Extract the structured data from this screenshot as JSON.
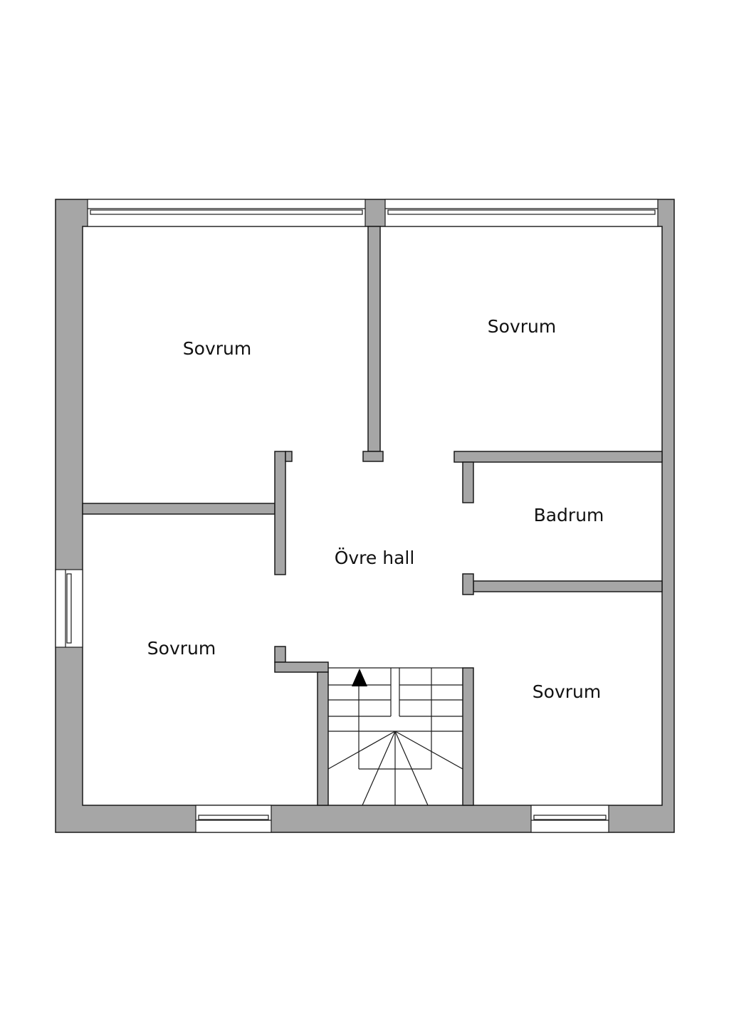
{
  "rooms": {
    "bedroom_top_left": "Sovrum",
    "bedroom_top_right": "Sovrum",
    "bathroom": "Badrum",
    "upper_hall": "Övre hall",
    "bedroom_bottom_left": "Sovrum",
    "bedroom_bottom_right": "Sovrum"
  },
  "icons": {
    "stair_direction": "arrow-up-icon"
  },
  "colors": {
    "wall_fill": "#a6a6a6",
    "line": "#1a1a1a",
    "background": "#ffffff"
  }
}
